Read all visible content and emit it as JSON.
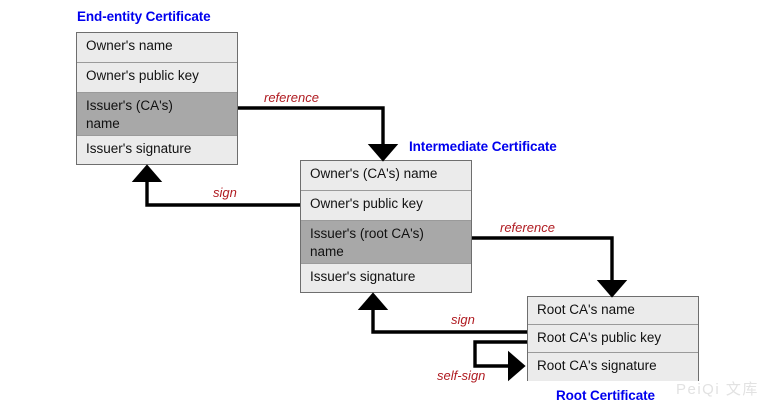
{
  "diagram": {
    "title_color": "#0000ee",
    "label_color": "#b01c22",
    "highlight_row_color": "#a8a8a8",
    "row_color": "#ebebeb",
    "certificates": [
      {
        "id": "end-entity",
        "title": "End-entity Certificate",
        "rows": [
          {
            "label": "Owner's name",
            "highlighted": false
          },
          {
            "label": "Owner's public key",
            "highlighted": false
          },
          {
            "label": "Issuer's (CA's)\nname",
            "highlighted": true
          },
          {
            "label": "Issuer's signature",
            "highlighted": false
          }
        ]
      },
      {
        "id": "intermediate",
        "title": "Intermediate Certificate",
        "rows": [
          {
            "label": "Owner's (CA's) name",
            "highlighted": false
          },
          {
            "label": "Owner's public key",
            "highlighted": false
          },
          {
            "label": "Issuer's (root CA's)\nname",
            "highlighted": true
          },
          {
            "label": "Issuer's signature",
            "highlighted": false
          }
        ]
      },
      {
        "id": "root",
        "title": "Root Certificate",
        "rows": [
          {
            "label": "Root CA's name",
            "highlighted": false
          },
          {
            "label": "Root CA's public key",
            "highlighted": false
          },
          {
            "label": "Root CA's signature",
            "highlighted": false
          }
        ]
      }
    ],
    "edges": [
      {
        "id": "reference-end-to-intermediate",
        "label": "reference"
      },
      {
        "id": "sign-intermediate-to-end",
        "label": "sign"
      },
      {
        "id": "reference-intermediate-to-root",
        "label": "reference"
      },
      {
        "id": "sign-root-to-intermediate",
        "label": "sign"
      },
      {
        "id": "self-sign-root",
        "label": "self-sign"
      }
    ],
    "watermark": "PeiQi 文库"
  }
}
